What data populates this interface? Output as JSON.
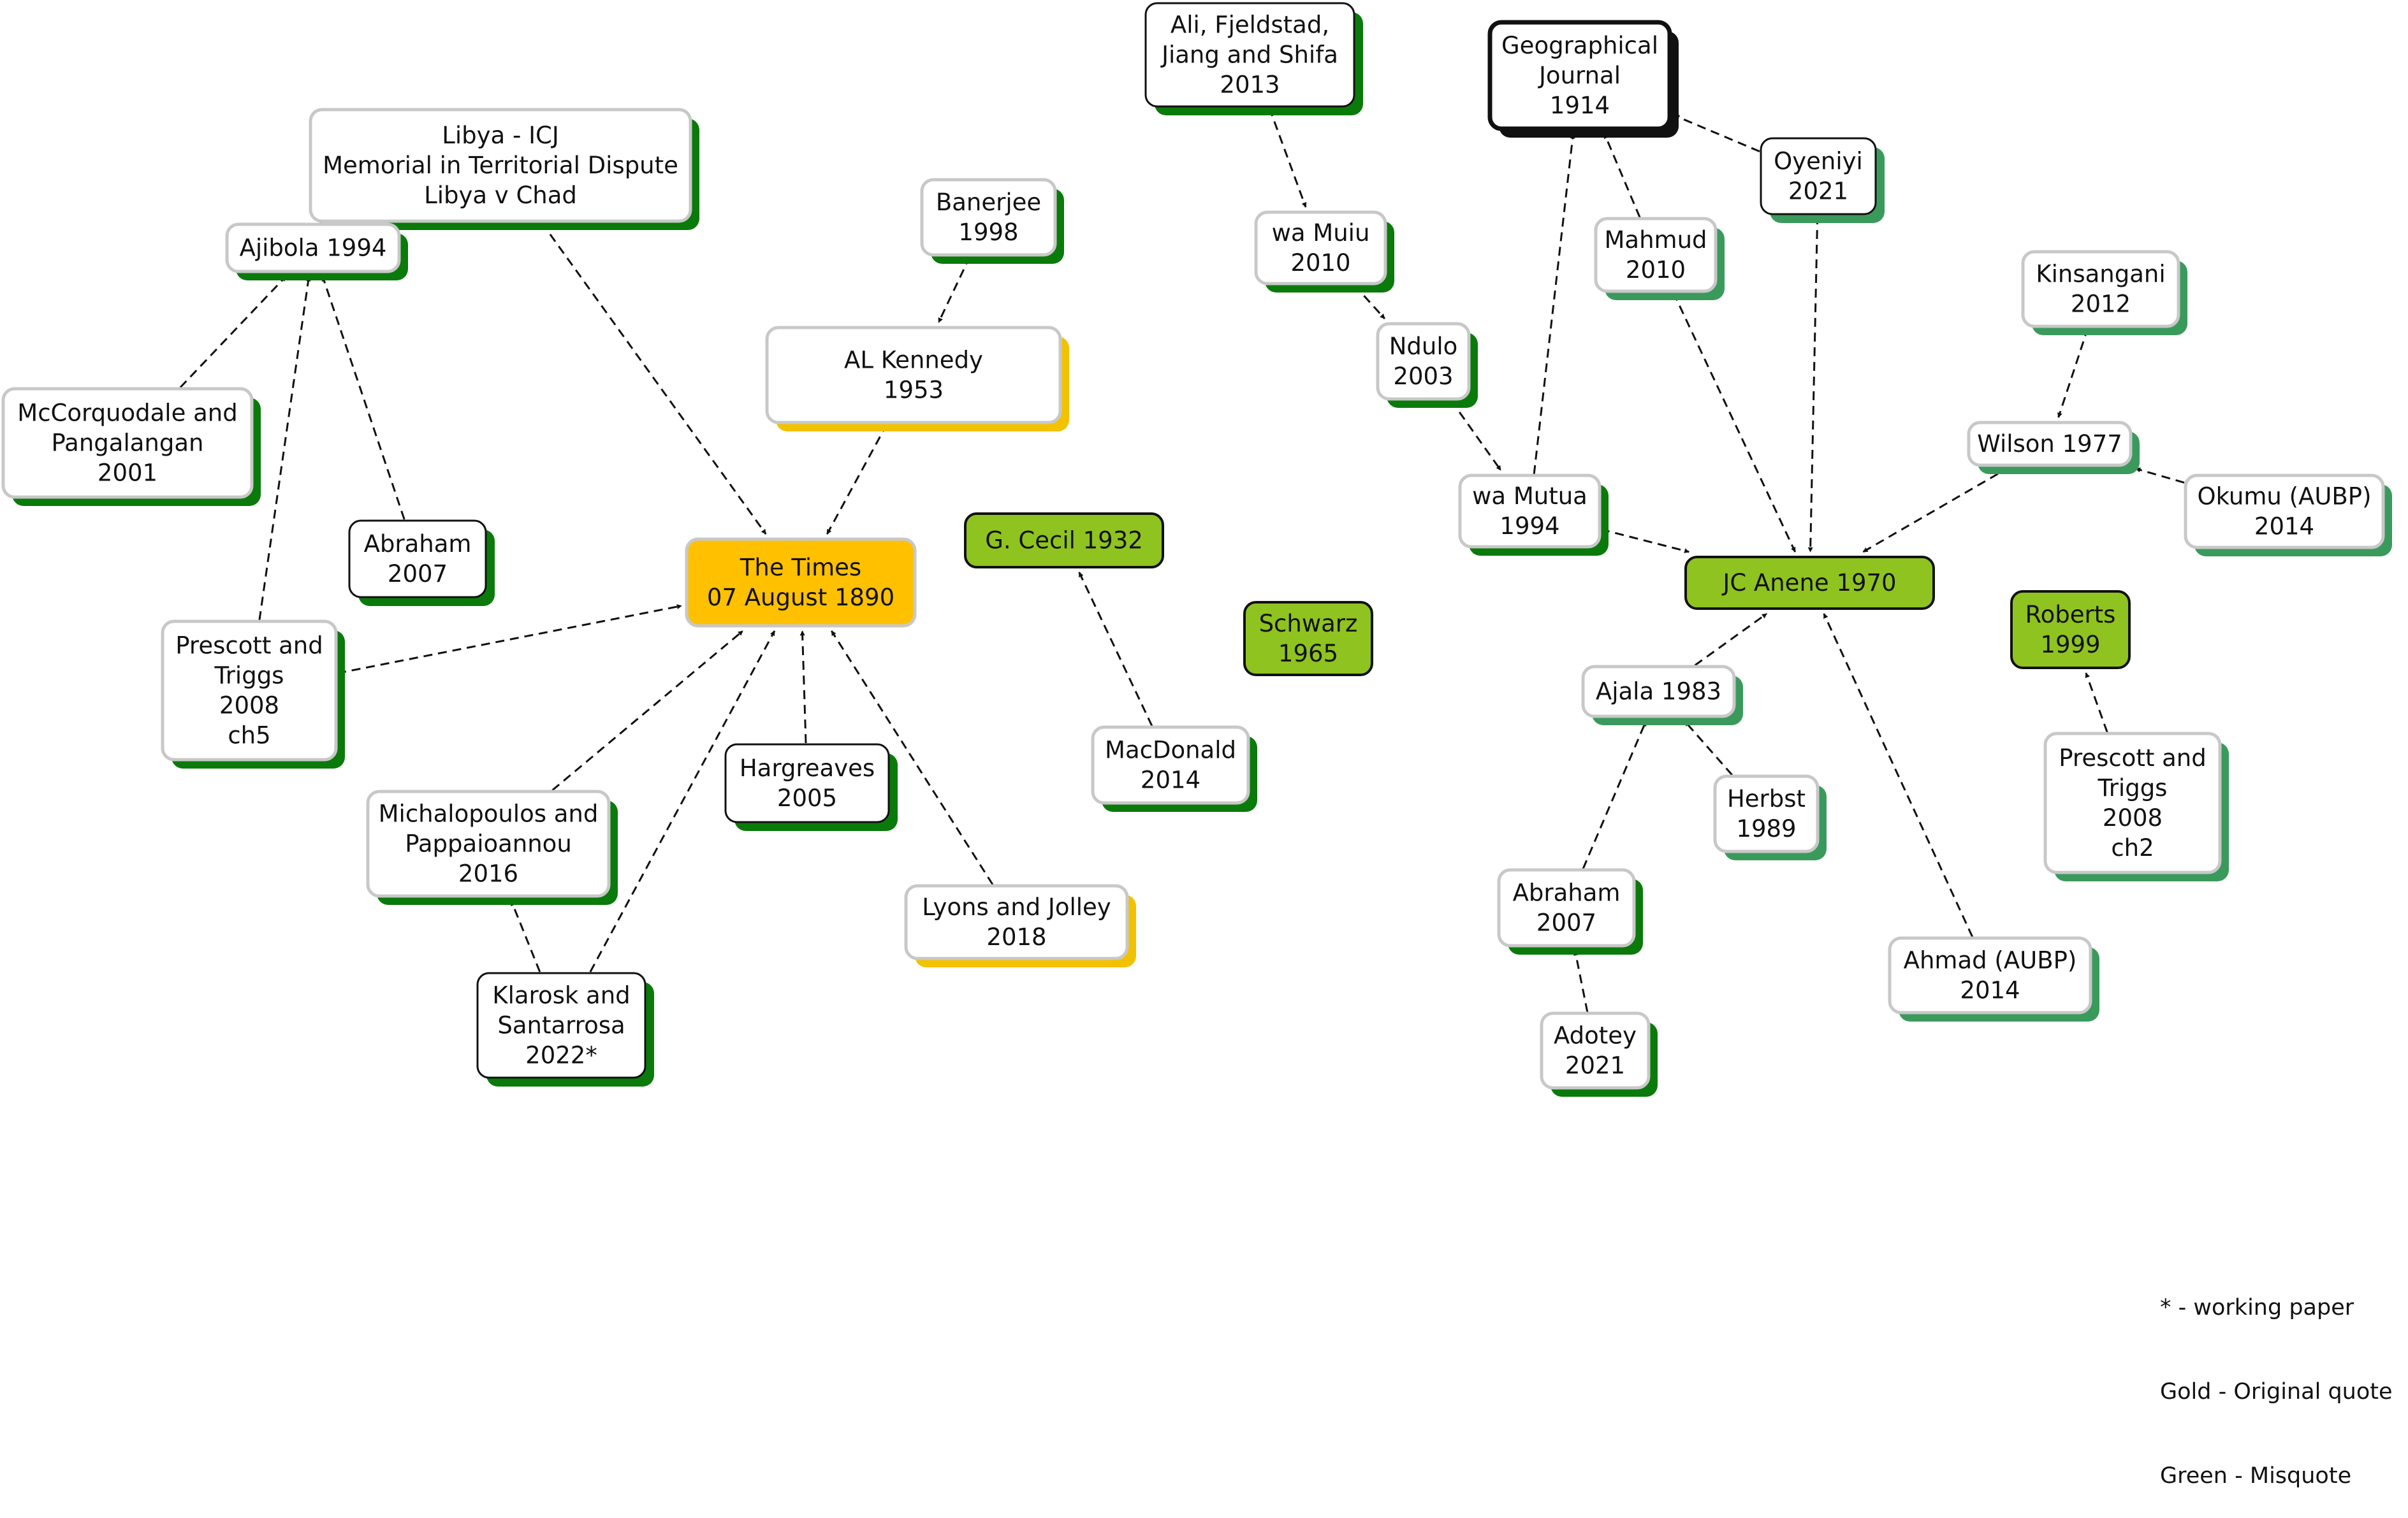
{
  "nodes": {
    "libya_icj": {
      "lines": [
        "Libya - ICJ",
        "Memorial in Territorial Dispute",
        "Libya v Chad"
      ],
      "style": "plain",
      "shadow": "green"
    },
    "ajibola": {
      "lines": [
        "Ajibola 1994"
      ],
      "style": "plain",
      "shadow": "green"
    },
    "mccorquodale": {
      "lines": [
        "McCorquodale and",
        "Pangalangan",
        "2001"
      ],
      "style": "plain",
      "shadow": "green"
    },
    "abraham_l": {
      "lines": [
        "Abraham",
        "2007"
      ],
      "style": "dark",
      "shadow": "green"
    },
    "prescott_ch5": {
      "lines": [
        "Prescott and",
        "Triggs",
        "2008",
        "ch5"
      ],
      "style": "plain",
      "shadow": "green"
    },
    "the_times": {
      "lines": [
        "The Times",
        "07 August 1890"
      ],
      "style": "gold",
      "shadow": "none"
    },
    "banerjee": {
      "lines": [
        "Banerjee",
        "1998"
      ],
      "style": "plain",
      "shadow": "green"
    },
    "al_kennedy": {
      "lines": [
        "AL Kennedy",
        "1953"
      ],
      "style": "plain",
      "shadow": "gold"
    },
    "michalopoulos": {
      "lines": [
        "Michalopoulos and",
        "Pappaioannou",
        "2016"
      ],
      "style": "plain",
      "shadow": "green"
    },
    "klarosk": {
      "lines": [
        "Klarosk and",
        "Santarrosa",
        "2022*"
      ],
      "style": "dark",
      "shadow": "green"
    },
    "hargreaves": {
      "lines": [
        "Hargreaves",
        "2005"
      ],
      "style": "dark",
      "shadow": "green"
    },
    "lyons": {
      "lines": [
        "Lyons and Jolley",
        "2018"
      ],
      "style": "plain",
      "shadow": "gold"
    },
    "g_cecil": {
      "lines": [
        "G. Cecil 1932"
      ],
      "style": "green",
      "shadow": "none"
    },
    "macdonald": {
      "lines": [
        "MacDonald",
        "2014"
      ],
      "style": "plain",
      "shadow": "green"
    },
    "schwarz": {
      "lines": [
        "Schwarz",
        "1965"
      ],
      "style": "green",
      "shadow": "none"
    },
    "ali": {
      "lines": [
        "Ali, Fjeldstad,",
        "Jiang and Shifa",
        "2013"
      ],
      "style": "dark",
      "shadow": "green"
    },
    "wa_muiu": {
      "lines": [
        "wa Muiu",
        "2010"
      ],
      "style": "plain",
      "shadow": "green"
    },
    "ndulo": {
      "lines": [
        "Ndulo",
        "2003"
      ],
      "style": "plain",
      "shadow": "green"
    },
    "wa_mutua": {
      "lines": [
        "wa Mutua",
        "1994"
      ],
      "style": "plain",
      "shadow": "green"
    },
    "geo_journal": {
      "lines": [
        "Geographical",
        "Journal",
        "1914"
      ],
      "style": "bold",
      "shadow": "black"
    },
    "mahmud": {
      "lines": [
        "Mahmud",
        "2010"
      ],
      "style": "plain",
      "shadow": "sea"
    },
    "oyeniyi": {
      "lines": [
        "Oyeniyi",
        "2021"
      ],
      "style": "dark",
      "shadow": "sea"
    },
    "jc_anene": {
      "lines": [
        "JC Anene 1970"
      ],
      "style": "green",
      "shadow": "none"
    },
    "kinsangani": {
      "lines": [
        "Kinsangani",
        "2012"
      ],
      "style": "plain",
      "shadow": "sea"
    },
    "wilson": {
      "lines": [
        "Wilson 1977"
      ],
      "style": "plain",
      "shadow": "sea"
    },
    "okumu": {
      "lines": [
        "Okumu (AUBP)",
        "2014"
      ],
      "style": "plain",
      "shadow": "sea"
    },
    "roberts": {
      "lines": [
        "Roberts",
        "1999"
      ],
      "style": "green",
      "shadow": "none"
    },
    "ajala": {
      "lines": [
        "Ajala 1983"
      ],
      "style": "plain",
      "shadow": "sea"
    },
    "herbst": {
      "lines": [
        "Herbst",
        "1989"
      ],
      "style": "plain",
      "shadow": "sea"
    },
    "abraham_r": {
      "lines": [
        "Abraham",
        "2007"
      ],
      "style": "plain",
      "shadow": "green"
    },
    "adotey": {
      "lines": [
        "Adotey",
        "2021"
      ],
      "style": "plain",
      "shadow": "green"
    },
    "ahmad": {
      "lines": [
        "Ahmad (AUBP)",
        "2014"
      ],
      "style": "plain",
      "shadow": "sea"
    },
    "prescott_ch2": {
      "lines": [
        "Prescott and",
        "Triggs",
        "2008",
        "ch2"
      ],
      "style": "plain",
      "shadow": "sea"
    }
  },
  "edges": [
    [
      "mccorquodale",
      "ajibola"
    ],
    [
      "abraham_l",
      "ajibola"
    ],
    [
      "prescott_ch5",
      "ajibola"
    ],
    [
      "libya_icj",
      "the_times"
    ],
    [
      "prescott_ch5",
      "the_times"
    ],
    [
      "banerjee",
      "al_kennedy"
    ],
    [
      "al_kennedy",
      "the_times"
    ],
    [
      "michalopoulos",
      "the_times"
    ],
    [
      "klarosk",
      "the_times"
    ],
    [
      "klarosk",
      "michalopoulos"
    ],
    [
      "hargreaves",
      "the_times"
    ],
    [
      "lyons",
      "the_times"
    ],
    [
      "macdonald",
      "g_cecil"
    ],
    [
      "ali",
      "wa_muiu"
    ],
    [
      "wa_muiu",
      "ndulo"
    ],
    [
      "ndulo",
      "wa_mutua"
    ],
    [
      "wa_mutua",
      "geo_journal"
    ],
    [
      "wa_mutua",
      "jc_anene"
    ],
    [
      "mahmud",
      "geo_journal"
    ],
    [
      "oyeniyi",
      "geo_journal"
    ],
    [
      "mahmud",
      "jc_anene"
    ],
    [
      "oyeniyi",
      "jc_anene"
    ],
    [
      "kinsangani",
      "wilson"
    ],
    [
      "okumu",
      "wilson"
    ],
    [
      "wilson",
      "jc_anene"
    ],
    [
      "ajala",
      "jc_anene"
    ],
    [
      "ahmad",
      "jc_anene"
    ],
    [
      "herbst",
      "ajala"
    ],
    [
      "abraham_r",
      "ajala"
    ],
    [
      "adotey",
      "abraham_r"
    ],
    [
      "prescott_ch2",
      "roberts"
    ]
  ],
  "legend": {
    "line1": "* - working paper",
    "line2": "Gold - Original quote",
    "line3": "Green - Misquote"
  },
  "colors": {
    "gold": "#ffc000",
    "lime": "#8fc31f",
    "shadow_green": "#0a7a0a",
    "shadow_gold": "#f2c200",
    "shadow_sea": "#3a9a5c",
    "border_light": "#c8c8c8",
    "border_dark": "#111111"
  }
}
